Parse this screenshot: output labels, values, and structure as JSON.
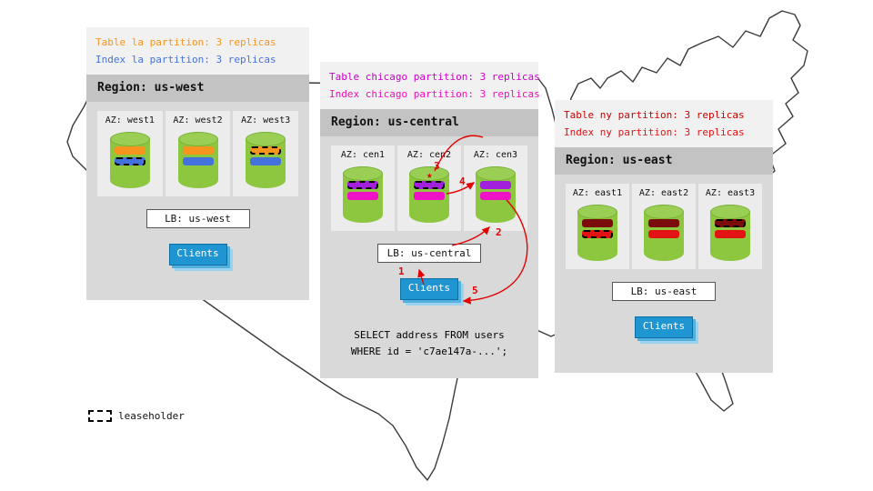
{
  "colors": {
    "orange": "#f7941e",
    "blue": "#4472dd",
    "purple": "#a21fdb",
    "magenta": "#ef12c7",
    "darkred": "#7a0c0c",
    "red": "#e41313",
    "cyl": "#8dc63f",
    "cylTop": "#9ace54",
    "cylEdge": "#76b036",
    "clientsBlue": "#1f95d2",
    "arrowRed": "#e30000",
    "calloutOrange": "#f7941e",
    "calloutBlue": "#4472dd",
    "calloutMagenta1": "#cc00cc",
    "calloutMagenta2": "#ee11bb",
    "calloutRed1": "#cc0000",
    "calloutRed2": "#e41313"
  },
  "regions": {
    "west": {
      "callout": {
        "line1": "Table la partition: 3 replicas",
        "line2": "Index la partition: 3 replicas"
      },
      "title": "Region: us-west",
      "azs": [
        {
          "label": "AZ: west1",
          "bars": [
            {
              "color": "orange",
              "leaseholder": false
            },
            {
              "color": "blue",
              "leaseholder": true
            }
          ]
        },
        {
          "label": "AZ: west2",
          "bars": [
            {
              "color": "orange",
              "leaseholder": false
            },
            {
              "color": "blue",
              "leaseholder": false
            }
          ]
        },
        {
          "label": "AZ: west3",
          "bars": [
            {
              "color": "orange",
              "leaseholder": true
            },
            {
              "color": "blue",
              "leaseholder": false
            }
          ]
        }
      ],
      "lb": "LB: us-west",
      "clients": "Clients"
    },
    "central": {
      "callout": {
        "line1": "Table chicago partition: 3 replicas",
        "line2": "Index chicago partition: 3 replicas"
      },
      "title": "Region: us-central",
      "azs": [
        {
          "label": "AZ: cen1",
          "bars": [
            {
              "color": "purple",
              "leaseholder": true
            },
            {
              "color": "magenta",
              "leaseholder": false
            }
          ]
        },
        {
          "label": "AZ: cen2",
          "bars": [
            {
              "color": "purple",
              "leaseholder": true
            },
            {
              "color": "magenta",
              "leaseholder": false
            }
          ]
        },
        {
          "label": "AZ: cen3",
          "bars": [
            {
              "color": "purple",
              "leaseholder": false
            },
            {
              "color": "magenta",
              "leaseholder": false
            }
          ]
        }
      ],
      "lb": "LB: us-central",
      "clients": "Clients",
      "query": {
        "line1": "SELECT address FROM users",
        "line2": "WHERE id = 'c7ae147a-...';"
      }
    },
    "east": {
      "callout": {
        "line1": "Table ny partition: 3 replicas",
        "line2": "Index ny partition: 3 replicas"
      },
      "title": "Region: us-east",
      "azs": [
        {
          "label": "AZ: east1",
          "bars": [
            {
              "color": "darkred",
              "leaseholder": false
            },
            {
              "color": "red",
              "leaseholder": true
            }
          ]
        },
        {
          "label": "AZ: east2",
          "bars": [
            {
              "color": "darkred",
              "leaseholder": false
            },
            {
              "color": "red",
              "leaseholder": false
            }
          ]
        },
        {
          "label": "AZ: east3",
          "bars": [
            {
              "color": "darkred",
              "leaseholder": true
            },
            {
              "color": "red",
              "leaseholder": false
            }
          ]
        }
      ],
      "lb": "LB: us-east",
      "clients": "Clients"
    }
  },
  "flow": {
    "steps": [
      "1",
      "2",
      "3",
      "4",
      "5"
    ]
  },
  "legend": {
    "label": "leaseholder"
  }
}
